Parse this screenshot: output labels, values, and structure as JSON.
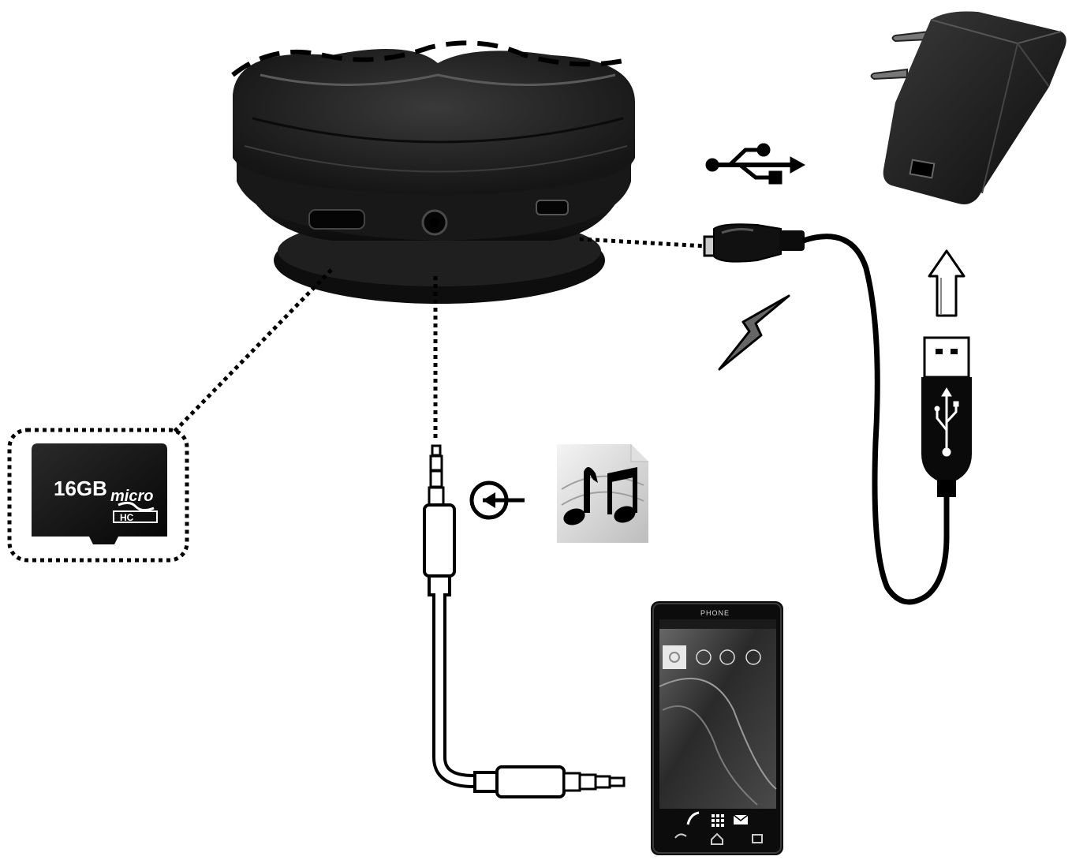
{
  "sd_card": {
    "capacity": "16GB",
    "brand": "micro",
    "class_mark": "HC"
  },
  "phone": {
    "brand": "PHONE"
  },
  "colors": {
    "ink": "#111111",
    "device_body": "#1c1c1c",
    "ear_cushion": "#2a2a2a",
    "background": "#ffffff"
  },
  "icons": {
    "usb_symbol": "usb-icon",
    "charge_symbol": "lightning-bolt-icon",
    "audio_in_symbol": "audio-input-icon",
    "music_symbol": "music-note-icon",
    "up_arrow": "arrow-up-icon"
  }
}
